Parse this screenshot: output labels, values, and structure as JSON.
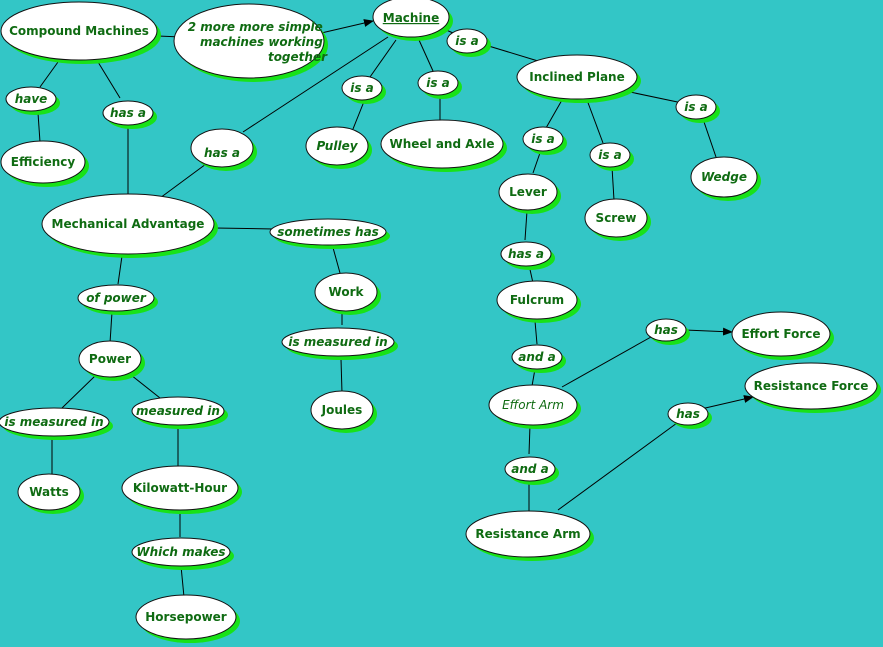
{
  "concepts": [
    {
      "id": "compound",
      "label": "Compound Machines"
    },
    {
      "id": "note",
      "label": "2 more more simple machines working together",
      "lines": [
        "2 more more simple",
        "machines working",
        "together"
      ]
    },
    {
      "id": "machine",
      "label": "Machine"
    },
    {
      "id": "efficiency",
      "label": "Efficiency"
    },
    {
      "id": "mech",
      "label": "Mechanical Advantage"
    },
    {
      "id": "pulley",
      "label": "Pulley"
    },
    {
      "id": "wheel",
      "label": "Wheel and Axle"
    },
    {
      "id": "inclined",
      "label": "Inclined Plane"
    },
    {
      "id": "lever",
      "label": "Lever"
    },
    {
      "id": "screw",
      "label": "Screw"
    },
    {
      "id": "wedge",
      "label": "Wedge"
    },
    {
      "id": "work",
      "label": "Work"
    },
    {
      "id": "fulcrum",
      "label": "Fulcrum"
    },
    {
      "id": "power",
      "label": "Power"
    },
    {
      "id": "joules",
      "label": "Joules"
    },
    {
      "id": "watts",
      "label": "Watts"
    },
    {
      "id": "kwh",
      "label": "Kilowatt-Hour"
    },
    {
      "id": "horsepower",
      "label": "Horsepower"
    },
    {
      "id": "effortforce",
      "label": "Effort Force"
    },
    {
      "id": "resistforce",
      "label": "Resistance Force"
    },
    {
      "id": "effortarm",
      "label": "Effort Arm"
    },
    {
      "id": "resistarm",
      "label": "Resistance Arm"
    }
  ],
  "links": [
    {
      "id": "have",
      "label": "have"
    },
    {
      "id": "hasa_eff",
      "label": "has a"
    },
    {
      "id": "hasa_mech",
      "label": "has a"
    },
    {
      "id": "isa_pulley",
      "label": "is a"
    },
    {
      "id": "isa_wheel",
      "label": "is a"
    },
    {
      "id": "isa_incl",
      "label": "is a"
    },
    {
      "id": "isa_lever",
      "label": "is a"
    },
    {
      "id": "isa_screw",
      "label": "is a"
    },
    {
      "id": "isa_wedge",
      "label": "is a"
    },
    {
      "id": "sometimes",
      "label": "sometimes has"
    },
    {
      "id": "hasa_fulcrum",
      "label": "has a"
    },
    {
      "id": "ofpower",
      "label": "of power"
    },
    {
      "id": "measured_work",
      "label": "is measured in"
    },
    {
      "id": "anda1",
      "label": "and a"
    },
    {
      "id": "has_effort",
      "label": "has"
    },
    {
      "id": "measured_watts",
      "label": "is measured in"
    },
    {
      "id": "measuredin_kwh",
      "label": "measured in"
    },
    {
      "id": "has_resist",
      "label": "has"
    },
    {
      "id": "anda2",
      "label": "and a"
    },
    {
      "id": "whichmakes",
      "label": "Which makes"
    }
  ]
}
